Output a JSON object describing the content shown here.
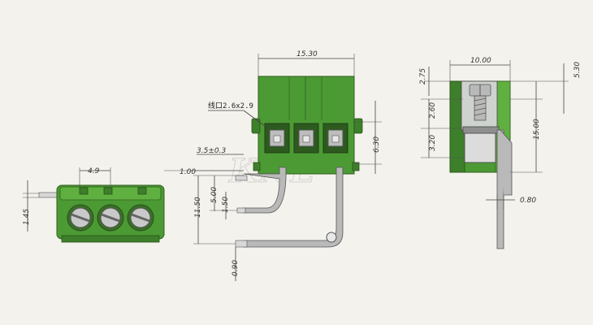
{
  "front_view": {
    "width_label": "15.30",
    "cable_label": "线口2.6x2.9",
    "height_label": "6.30",
    "pitch_label": "3.5±0.3",
    "pin_offset_label": "1.00",
    "pin_height_label": "11.50",
    "pin_a_label": "5.00",
    "pin_b_label": "1.50",
    "pin_thickness_label": "0.90"
  },
  "bottom_view": {
    "pitch_label": "4.9",
    "height_label": "1.45"
  },
  "side_view": {
    "width_label": "10.00",
    "top_label": "2.75",
    "right_label": "5.30",
    "clamp_label": "2.60",
    "opening_label": "3.20",
    "height_label": "15.00",
    "pin_label": "0.80"
  },
  "watermark": "KNE",
  "colors": {
    "body_green": "#4c9a34",
    "metal": "#b9b9b9",
    "background": "#f4f2ed"
  }
}
